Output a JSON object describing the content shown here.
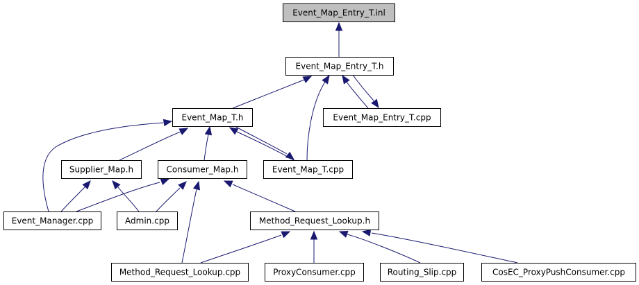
{
  "diagram": {
    "type": "include-dependency-graph",
    "colors": {
      "edge": "#191970",
      "root_fill": "#bfbfbf",
      "node_fill": "#ffffff",
      "node_border": "#000000"
    },
    "nodes": [
      {
        "id": "n0",
        "label": "Event_Map_Entry_T.inl",
        "root": true
      },
      {
        "id": "n1",
        "label": "Event_Map_Entry_T.h"
      },
      {
        "id": "n2",
        "label": "Event_Map_T.h"
      },
      {
        "id": "n3",
        "label": "Event_Map_Entry_T.cpp"
      },
      {
        "id": "n4",
        "label": "Supplier_Map.h"
      },
      {
        "id": "n5",
        "label": "Consumer_Map.h"
      },
      {
        "id": "n6",
        "label": "Event_Map_T.cpp"
      },
      {
        "id": "n7",
        "label": "Event_Manager.cpp"
      },
      {
        "id": "n8",
        "label": "Admin.cpp"
      },
      {
        "id": "n9",
        "label": "Method_Request_Lookup.h"
      },
      {
        "id": "n10",
        "label": "Method_Request_Lookup.cpp"
      },
      {
        "id": "n11",
        "label": "ProxyConsumer.cpp"
      },
      {
        "id": "n12",
        "label": "Routing_Slip.cpp"
      },
      {
        "id": "n13",
        "label": "CosEC_ProxyPushConsumer.cpp"
      }
    ],
    "edges": [
      {
        "from": "n1",
        "to": "n0"
      },
      {
        "from": "n2",
        "to": "n1"
      },
      {
        "from": "n6",
        "to": "n1"
      },
      {
        "from": "n3",
        "to": "n1"
      },
      {
        "from": "n1",
        "to": "n3"
      },
      {
        "from": "n7",
        "to": "n2"
      },
      {
        "from": "n4",
        "to": "n2"
      },
      {
        "from": "n5",
        "to": "n2"
      },
      {
        "from": "n6",
        "to": "n2"
      },
      {
        "from": "n2",
        "to": "n6"
      },
      {
        "from": "n7",
        "to": "n4"
      },
      {
        "from": "n8",
        "to": "n4"
      },
      {
        "from": "n7",
        "to": "n5"
      },
      {
        "from": "n8",
        "to": "n5"
      },
      {
        "from": "n10",
        "to": "n5"
      },
      {
        "from": "n9",
        "to": "n5"
      },
      {
        "from": "n10",
        "to": "n9"
      },
      {
        "from": "n11",
        "to": "n9"
      },
      {
        "from": "n12",
        "to": "n9"
      },
      {
        "from": "n13",
        "to": "n9"
      }
    ]
  }
}
